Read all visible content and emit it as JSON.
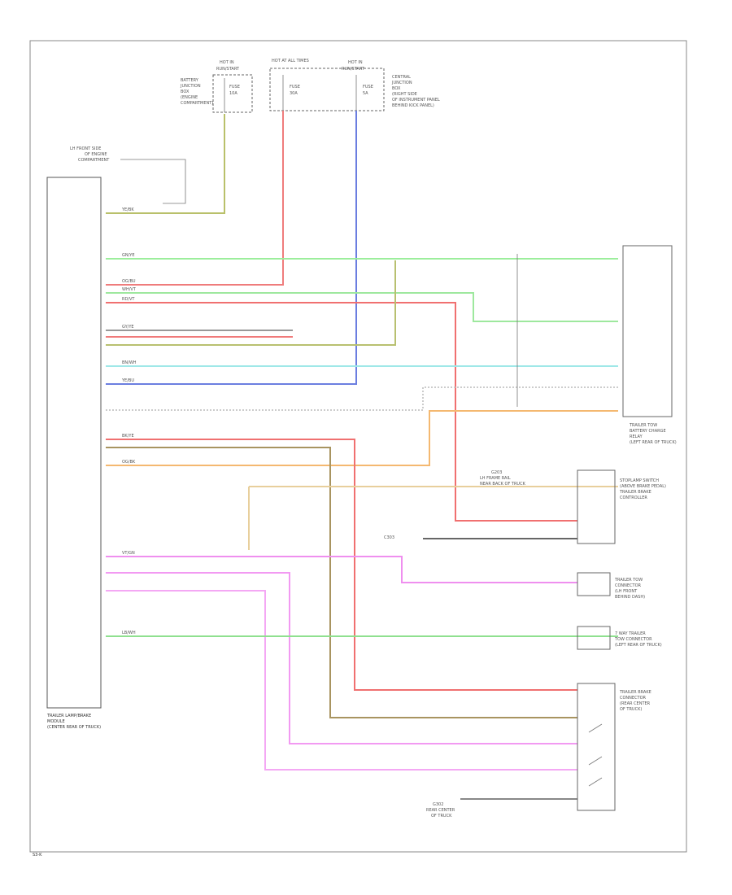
{
  "module": {
    "name_lines": [
      "TRAILER LAMP/BRAKE",
      "MODULE",
      "(CENTER REAR OF TRUCK)"
    ]
  },
  "fuses": {
    "left_lines": [
      "HOT IN",
      "RUN/START",
      "FUSE",
      "10A"
    ],
    "left_desc": [
      "BATTERY",
      "JUNCTION",
      "BOX",
      "(ENGINE",
      "COMPARTMENT)"
    ],
    "center_lines": [
      "HOT AT ALL TIMES",
      "FUSE",
      "30A"
    ],
    "right_lines": [
      "HOT IN",
      "RUN/START",
      "FUSE",
      "5A"
    ],
    "right_desc": [
      "CENTRAL",
      "JUNCTION",
      "BOX",
      "(RIGHT SIDE",
      "OF INSTRUMENT PANEL",
      "BEHIND KICK PANEL)"
    ]
  },
  "ground_labels": {
    "top_left": [
      "LH FRONT SIDE",
      "OF ENGINE",
      "COMPARTMENT"
    ],
    "mid": [
      "G203",
      "LH FRAME RAIL",
      "NEAR BACK OF TRUCK"
    ],
    "bottom": [
      "G302",
      "REAR CENTER",
      "OF TRUCK"
    ],
    "c_node": [
      "C303"
    ]
  },
  "right_components": {
    "c1": [
      "TRAILER TOW",
      "BATTERY CHARGE",
      "RELAY",
      "(LEFT REAR OF TRUCK)"
    ],
    "c2": [
      "STOPLAMP SWITCH",
      "(ABOVE BRAKE PEDAL)",
      "TRAILER BRAKE",
      "CONTROLLER"
    ],
    "c3": [
      "TRAILER TOW",
      "CONNECTOR",
      "(LH FRONT",
      "BEHIND DASH)"
    ],
    "c4": [
      "7 WAY TRAILER",
      "TOW CONNECTOR",
      "(LEFT REAR OF TRUCK)"
    ],
    "c5": [
      "TRAILER BRAKE",
      "CONNECTOR",
      "(REAR CENTER",
      "OF TRUCK)"
    ]
  },
  "wire_codes": [
    "YE/BK",
    "GN/YE",
    "OG/BU",
    "WH/VT",
    "RD/VT",
    "GY/YE",
    "BN/WH",
    "OG/BK",
    "BK/YE",
    "YE/BU",
    "LB/WH",
    "VT/GN"
  ],
  "footer_code": "S3-K"
}
